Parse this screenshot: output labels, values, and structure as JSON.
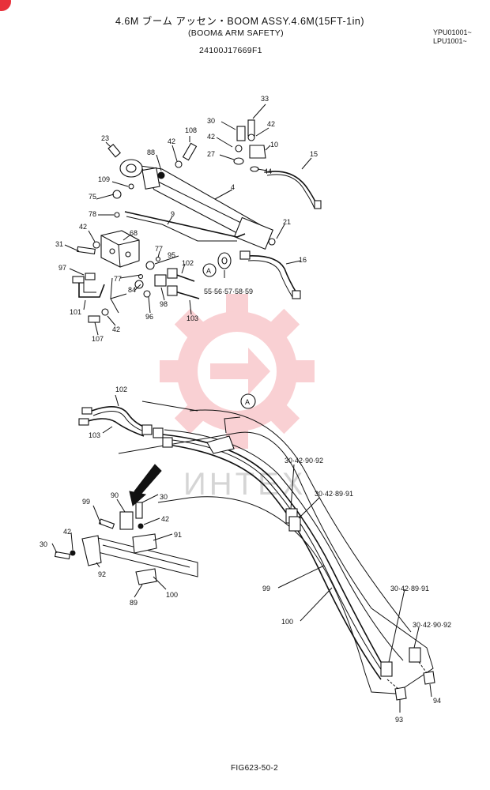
{
  "header": {
    "title": "4.6M ブーム アッセン・BOOM ASSY.4.6M(15FT-1in)",
    "subtitle": "(BOOM& ARM SAFETY)",
    "part_number": "24100J17669F1",
    "serial_1": "YPU01001~",
    "serial_2": "LPU1001~"
  },
  "watermark": {
    "text": "ИНТЕХ",
    "color": "#e8303a"
  },
  "figure_label": "FIG623-50-2",
  "detail_marker": "A",
  "callouts": {
    "c33": "33",
    "c30a": "30",
    "c42a": "42",
    "c42b": "42",
    "c10": "10",
    "c27": "27",
    "c44": "44",
    "c15": "15",
    "c108": "108",
    "c23": "23",
    "c88": "88",
    "c42c": "42",
    "c109": "109",
    "c4": "4",
    "c75": "75",
    "c78": "78",
    "c9": "9",
    "c21": "21",
    "c42d": "42",
    "c68": "68",
    "c31": "31",
    "c77a": "77",
    "c95": "95",
    "c102a": "102",
    "c16": "16",
    "c97": "97",
    "c77b": "77",
    "c84": "84",
    "c98": "98",
    "c55": "55·56·57·58·59",
    "c101": "101",
    "c96": "96",
    "c103a": "103",
    "c42e": "42",
    "c107": "107",
    "c102b": "102",
    "c103b": "103",
    "c3042_90_92a": "30·42·90·92",
    "c3042_89_91a": "30·42·89·91",
    "c99a": "99",
    "c90": "90",
    "c30b": "30",
    "c42f": "42",
    "c91": "91",
    "c42g": "42",
    "c30c": "30",
    "c92": "92",
    "c89": "89",
    "c100a": "100",
    "c99b": "99",
    "c100b": "100",
    "c3042_89_91b": "30·42·89·91",
    "c3042_90_92b": "30·42·90·92",
    "c94": "94",
    "c93": "93"
  }
}
